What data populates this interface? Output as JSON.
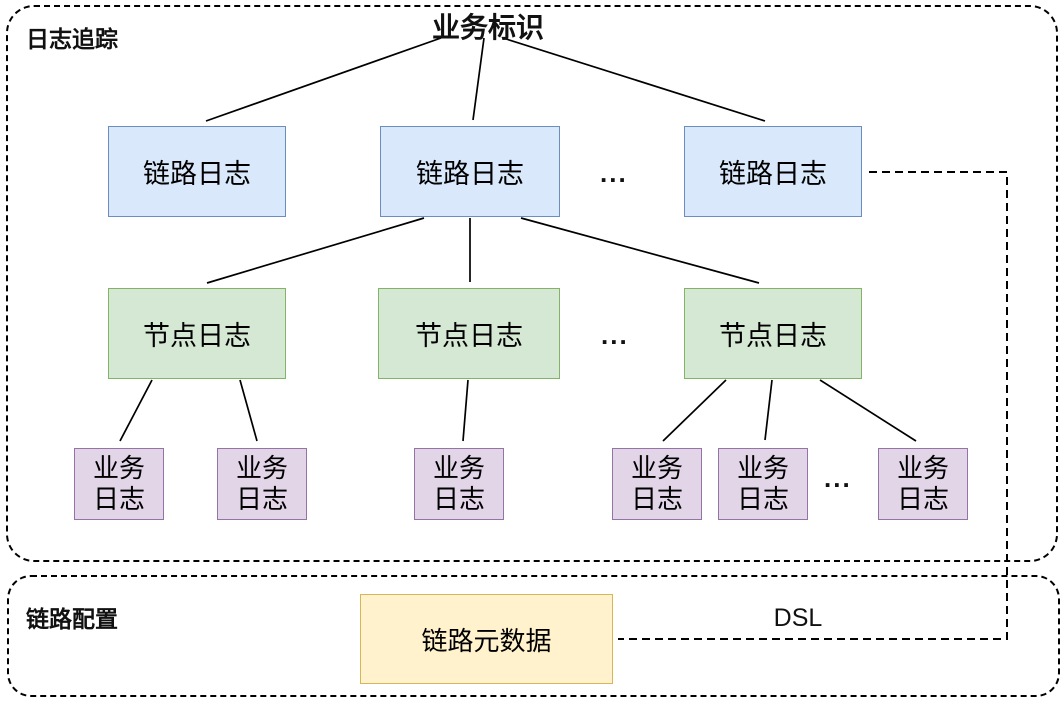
{
  "title": "业务标识",
  "sections": {
    "tracing": {
      "label": "日志追踪"
    },
    "config": {
      "label": "链路配置"
    }
  },
  "nodes": {
    "link_logs": [
      "链路日志",
      "链路日志",
      "链路日志"
    ],
    "node_logs": [
      "节点日志",
      "节点日志",
      "节点日志"
    ],
    "biz_logs": [
      "业务\n日志",
      "业务\n日志",
      "业务\n日志",
      "业务\n日志",
      "业务\n日志",
      "业务\n日志"
    ],
    "metadata": "链路元数据"
  },
  "ellipsis": {
    "link_row": "...",
    "node_row": "...",
    "biz_row": "..."
  },
  "dsl": {
    "label": "DSL"
  },
  "colors": {
    "link_fill": "#dae8fc",
    "link_stroke": "#6c8ebf",
    "node_fill": "#d5e8d4",
    "node_stroke": "#82b366",
    "biz_fill": "#e1d5e7",
    "biz_stroke": "#9673a6",
    "metadata_fill": "#fff2cc",
    "metadata_stroke": "#d6b656",
    "line": "#000000"
  }
}
